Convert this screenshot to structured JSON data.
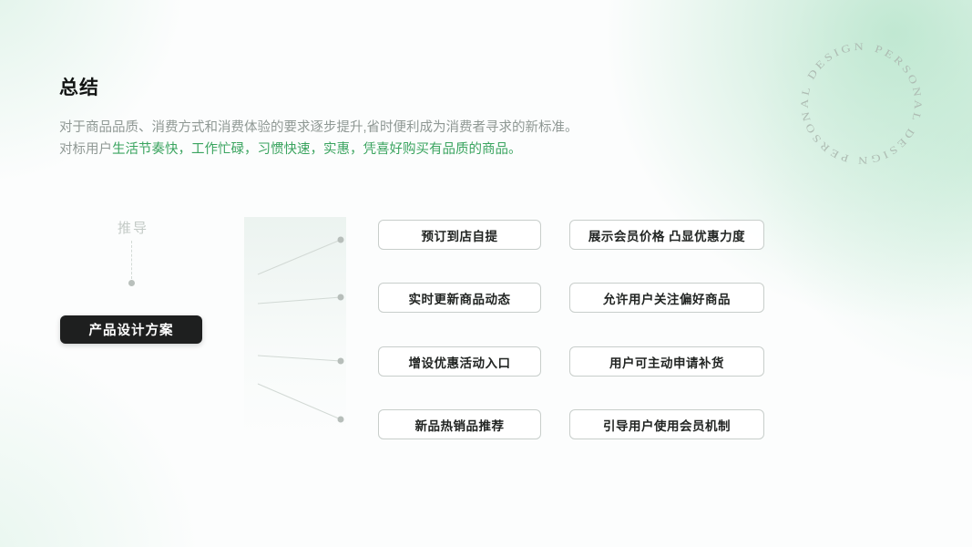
{
  "header": {
    "title": "总结",
    "line1": "对于商品品质、消费方式和消费体验的要求逐步提升,省时便利成为消费者寻求的新标准。",
    "line2_prefix": "对标用户",
    "line2_highlight": "生活节奏快，工作忙碌，习惯快速，实惠，凭喜好购买有品质的商品。"
  },
  "badge": {
    "text": "PERSONAL DESIGN PERSONAL DESIGN"
  },
  "diagram": {
    "derive_label": "推导",
    "plan_button": "产品设计方案",
    "col1": [
      "预订到店自提",
      "实时更新商品动态",
      "增设优惠活动入口",
      "新品热销品推荐"
    ],
    "col2": [
      "展示会员价格 凸显优惠力度",
      "允许用户关注偏好商品",
      "用户可主动申请补货",
      "引导用户使用会员机制"
    ]
  },
  "colors": {
    "accent_green": "#3aa45f",
    "text_gray": "#8f9894",
    "box_border": "#c8cecb",
    "button_bg": "#1e1f1f",
    "corner_mint": "#b0e2c6"
  }
}
